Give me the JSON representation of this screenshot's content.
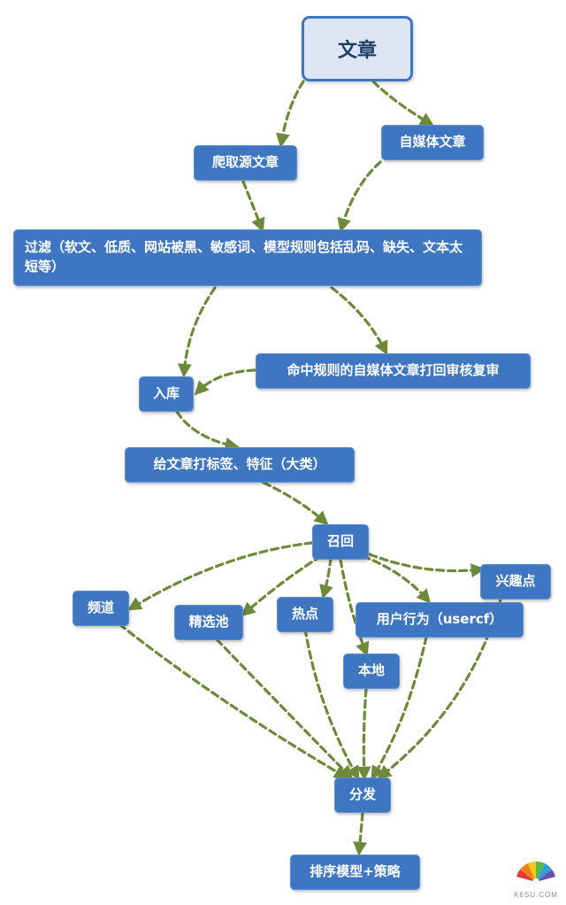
{
  "diagram": {
    "root": "文章",
    "nodes": {
      "crawl": "爬取源文章",
      "self_media": "自媒体文章",
      "filter": "过滤（软文、低质、网站被黑、敏感词、模型规则包括乱码、缺失、文本太短等）",
      "rule_hit": "命中规则的自媒体文章打回审核复审",
      "storage": "入库",
      "tagging": "给文章打标签、特征（大类）",
      "recall": "召回",
      "channel": "频道",
      "selected_pool": "精选池",
      "hot": "热点",
      "local": "本地",
      "user_behavior": "用户行为（usercf）",
      "interest": "兴趣点",
      "distribute": "分发",
      "ranking": "排序模型+策略"
    },
    "colors": {
      "node_fill": "#3f76c1",
      "root_fill": "#dde7f4",
      "edge": "#6d8a3a"
    }
  },
  "watermark": {
    "text": "K6SU.COM"
  }
}
